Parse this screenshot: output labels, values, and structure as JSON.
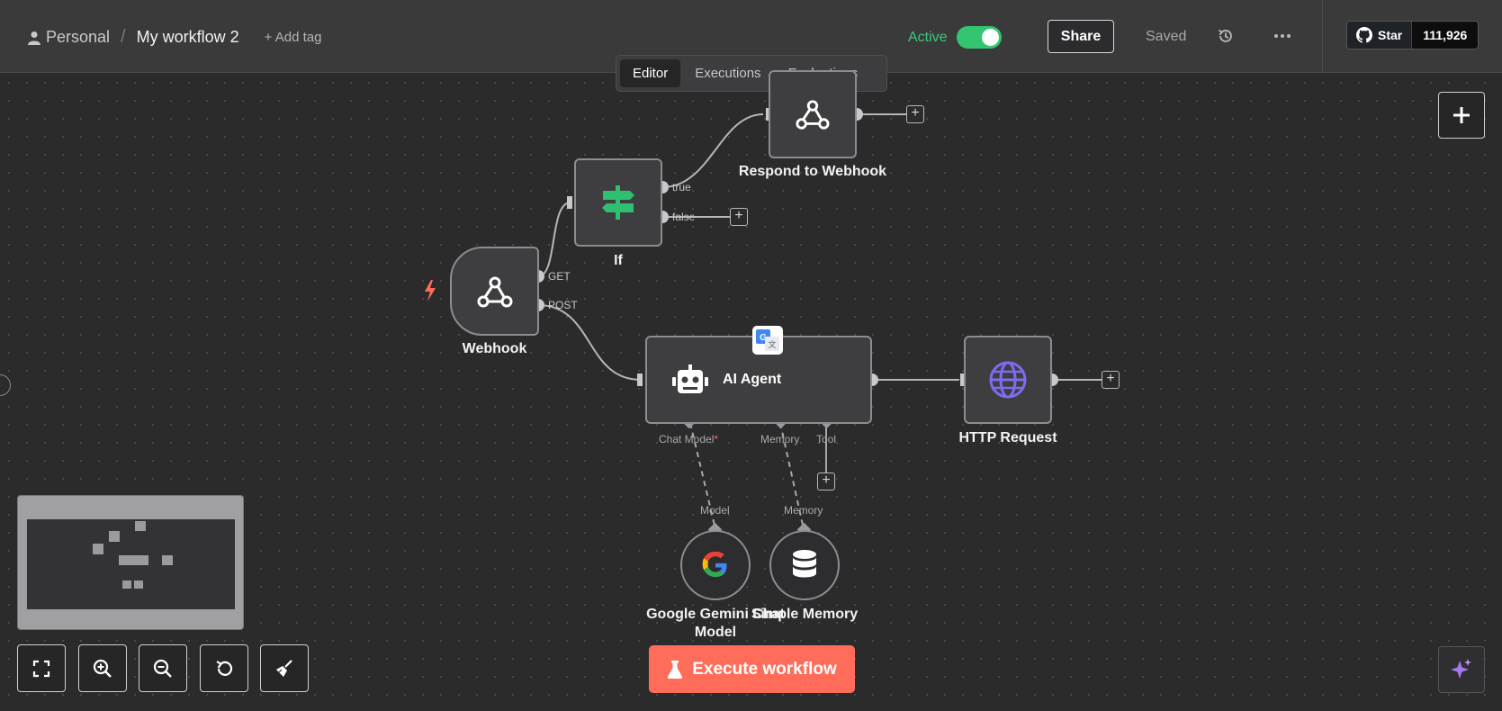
{
  "header": {
    "breadcrumb_project": "Personal",
    "breadcrumb_separator": "/",
    "workflow_title": "My workflow 2",
    "add_tag": "+ Add tag",
    "active_label": "Active",
    "active": true,
    "share_label": "Share",
    "saved_label": "Saved",
    "github_star_label": "Star",
    "github_star_count": "111,926"
  },
  "tabs": [
    {
      "label": "Editor",
      "active": true
    },
    {
      "label": "Executions",
      "active": false
    },
    {
      "label": "Evaluations",
      "active": false
    }
  ],
  "nodes": {
    "webhook": {
      "label": "Webhook",
      "outputs": [
        "GET",
        "POST"
      ]
    },
    "if": {
      "label": "If",
      "outputs": [
        "true",
        "false"
      ]
    },
    "respond": {
      "label": "Respond to Webhook"
    },
    "ai_agent": {
      "label": "AI Agent",
      "inputs": [
        "Chat Model",
        "*",
        "Memory",
        "Tool"
      ]
    },
    "http": {
      "label": "HTTP Request"
    },
    "gemini": {
      "label_line1": "Google Gemini Chat",
      "label_line2": "Model",
      "connection_label": "Model"
    },
    "memory": {
      "label": "Simple Memory",
      "connection_label": "Memory"
    }
  },
  "footer": {
    "execute_label": "Execute workflow"
  },
  "colors": {
    "accent": "#ff6d5a",
    "active_green": "#33c56f",
    "if_icon": "#2fbf71",
    "globe_icon": "#7c6cf0"
  }
}
